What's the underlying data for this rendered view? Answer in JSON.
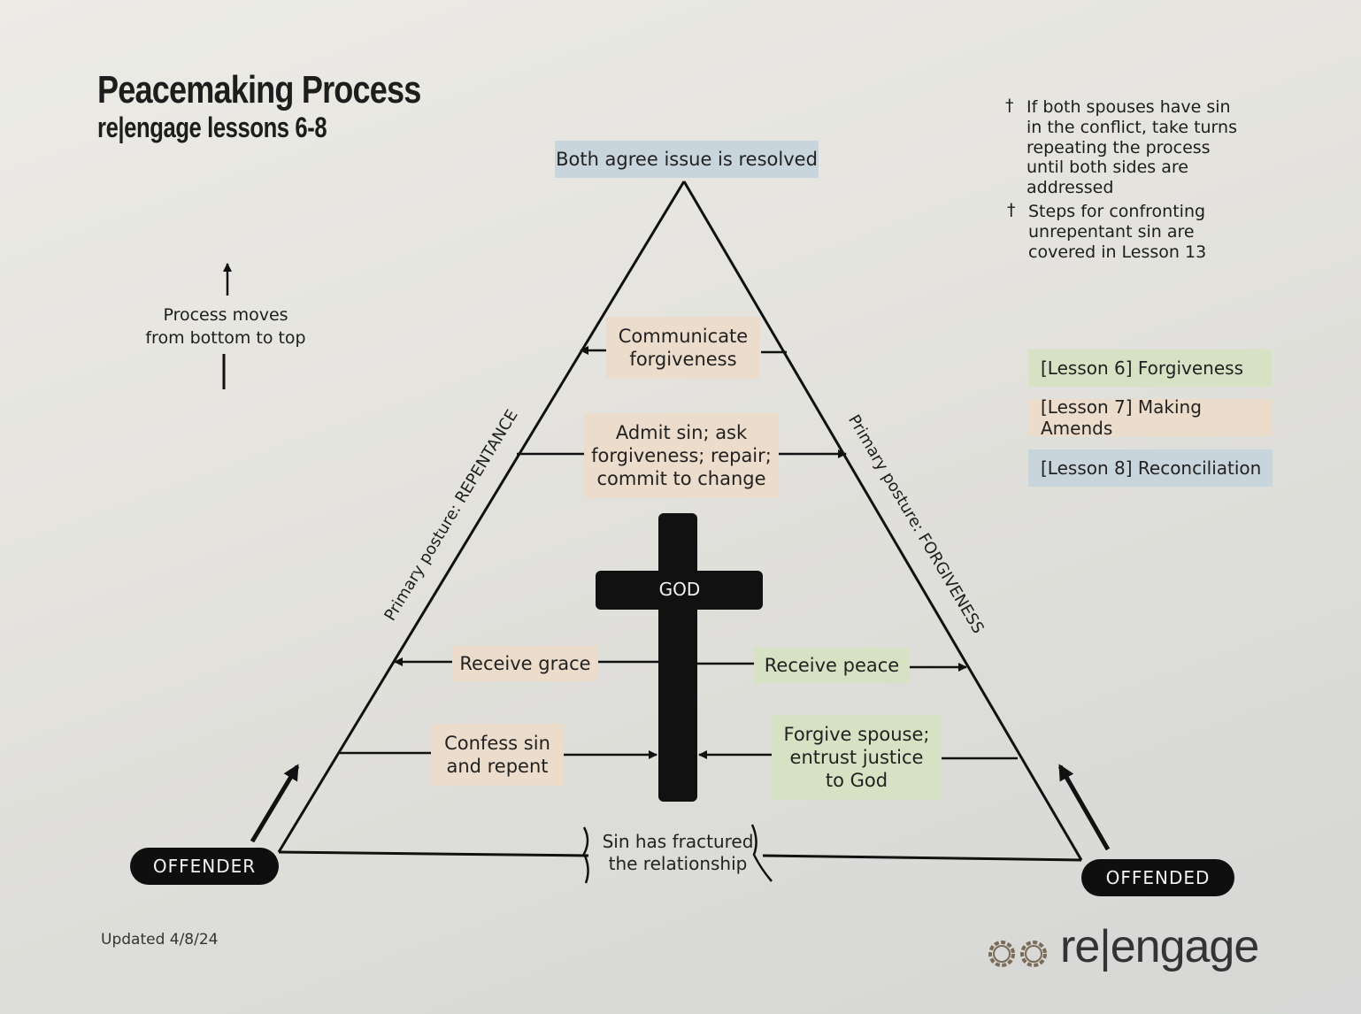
{
  "header": {
    "title": "Peacemaking Process",
    "subtitle": "re|engage lessons 6-8"
  },
  "top_box": "Both agree issue is resolved",
  "notes": [
    "If both spouses have sin in the conflict, take turns repeating the process until both sides are addressed",
    "Steps for confronting unrepentant sin are covered in Lesson 13"
  ],
  "note_symbol": "†",
  "process_direction": {
    "label_line1": "Process moves",
    "label_line2": "from bottom to top"
  },
  "legend": [
    {
      "label": "[Lesson 6] Forgiveness",
      "color": "#d7e2c4"
    },
    {
      "label": "[Lesson 7] Making Amends",
      "color": "#ecdccb"
    },
    {
      "label": "[Lesson 8] Reconciliation",
      "color": "#c9d5dc"
    }
  ],
  "steps": {
    "communicate": {
      "line1": "Communicate",
      "line2": "forgiveness"
    },
    "admit": {
      "line1": "Admit sin; ask",
      "line2": "forgiveness; repair;",
      "line3": "commit to change"
    },
    "receive_grace": "Receive grace",
    "receive_peace": "Receive peace",
    "confess": {
      "line1": "Confess sin",
      "line2": "and repent"
    },
    "forgive": {
      "line1": "Forgive spouse;",
      "line2": "entrust justice",
      "line3": "to God"
    }
  },
  "cross_label": "GOD",
  "posture_left": "Primary posture: REPENTANCE",
  "posture_right": "Primary posture: FORGIVENESS",
  "base_label": {
    "line1": "Sin has fractured",
    "line2": "the relationship"
  },
  "roles": {
    "offender": "OFFENDER",
    "offended": "OFFENDED"
  },
  "footer": {
    "updated": "Updated 4/8/24",
    "brand": "re|engage"
  },
  "colors": {
    "tan": "#ecdccb",
    "green": "#d7e2c4",
    "blue": "#c9d5dc",
    "cross": "#111111"
  }
}
